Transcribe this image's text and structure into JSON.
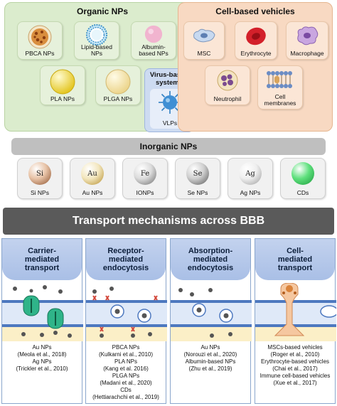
{
  "organic": {
    "title": "Organic NPs",
    "items": [
      {
        "label": "PBCA NPs"
      },
      {
        "label": "Lipid-based NPs"
      },
      {
        "label": "Albumin-based NPs"
      },
      {
        "label": "PLA NPs"
      },
      {
        "label": "PLGA NPs"
      }
    ]
  },
  "virus": {
    "title": "Virus-based systems",
    "item": {
      "label": "VLPs"
    }
  },
  "cell_vehicles": {
    "title": "Cell-based vehicles",
    "items": [
      {
        "label": "MSC"
      },
      {
        "label": "Erythrocyte"
      },
      {
        "label": "Macrophage"
      },
      {
        "label": "Neutrophil"
      },
      {
        "label": "Cell membranes"
      }
    ]
  },
  "inorganic": {
    "title": "Inorganic NPs",
    "items": [
      {
        "symbol": "Si",
        "label": "Si NPs"
      },
      {
        "symbol": "Au",
        "label": "Au NPs"
      },
      {
        "symbol": "Fe",
        "label": "IONPs"
      },
      {
        "symbol": "Se",
        "label": "Se NPs"
      },
      {
        "symbol": "Ag",
        "label": "Ag NPs"
      },
      {
        "symbol": "",
        "label": "CDs"
      }
    ]
  },
  "transport": {
    "title": "Transport mechanisms across BBB",
    "mechanisms": [
      {
        "name": "Carrier-mediated transport",
        "lines": [
          "Au NPs",
          "(Meola et al., 2018)",
          "Ag NPs",
          "(Trickler et al., 2010)"
        ]
      },
      {
        "name": "Receptor-mediated endocytosis",
        "lines": [
          "PBCA NPs",
          "(Kulkarni et al., 2010)",
          "PLA NPs",
          "(Kang et al. 2016)",
          "PLGA NPs",
          "(Madani et al., 2020)",
          "CDs",
          "(Hettiarachchi et al., 2019)"
        ]
      },
      {
        "name": "Absorption-mediated endocytosis",
        "lines": [
          "Au NPs",
          "(Norouzi et al., 2020)",
          "Albumin-based NPs",
          "(Zhu et al., 2019)"
        ]
      },
      {
        "name": "Cell-mediated transport",
        "lines": [
          "MSCs-based vehicles",
          "(Roger et al., 2010)",
          "Erythrocyte-based vehicles",
          "(Chai et al., 2017)",
          "Immune cell-based vehicles",
          "(Xue et al., 2017)"
        ]
      }
    ]
  },
  "colors": {
    "organic_bg": "#dbeccd",
    "cell_bg": "#f8d9c2",
    "virus_bg": "#cddbf1",
    "inorganic_bar": "#bfbfbf",
    "transport_bar": "#5a5a5a",
    "mech_head": "#b3c6ea"
  }
}
